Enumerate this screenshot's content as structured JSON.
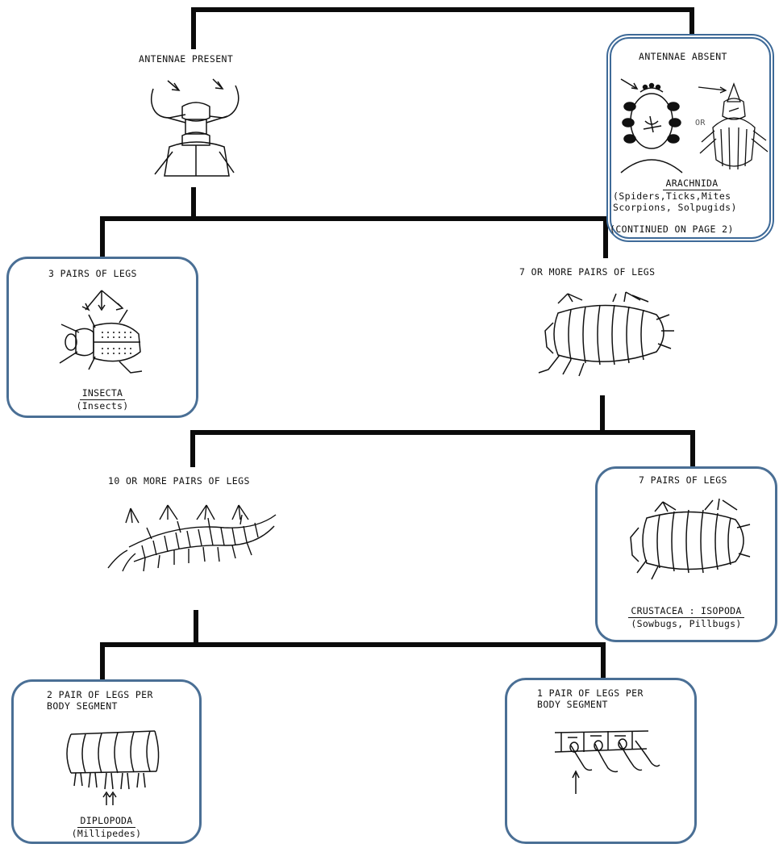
{
  "nodes": {
    "antennae_present": {
      "label": "ANTENNAE PRESENT"
    },
    "antennae_absent": {
      "label": "ANTENNAE ABSENT",
      "or_label": "OR",
      "taxon": "ARACHNIDA",
      "common": "(Spiders,Ticks,Mites\n Scorpions, Solpugids)",
      "note": "(CONTINUED ON PAGE 2)"
    },
    "three_pairs": {
      "label": "3 PAIRS OF LEGS",
      "taxon": "INSECTA",
      "common": "(Insects)"
    },
    "seven_or_more": {
      "label": "7 OR MORE PAIRS OF LEGS"
    },
    "ten_or_more": {
      "label": "10 OR MORE PAIRS OF LEGS"
    },
    "seven_pairs": {
      "label": "7 PAIRS OF LEGS",
      "taxon": "CRUSTACEA : ISOPODA",
      "common": "(Sowbugs, Pillbugs)"
    },
    "two_pair_per_segment": {
      "label": "2 PAIR OF LEGS PER\n BODY SEGMENT",
      "taxon": "DIPLOPODA",
      "common": "(Millipedes)"
    },
    "one_pair_per_segment": {
      "label": "1 PAIR OF LEGS PER\n BODY SEGMENT"
    }
  },
  "colors": {
    "box_border": "#4a6f95",
    "connector": "#0b0b0b"
  },
  "icons": [
    "beetle-head-antennae",
    "spider",
    "tick",
    "beetle",
    "isopod",
    "centipede",
    "millipede-segments",
    "centipede-segments"
  ]
}
